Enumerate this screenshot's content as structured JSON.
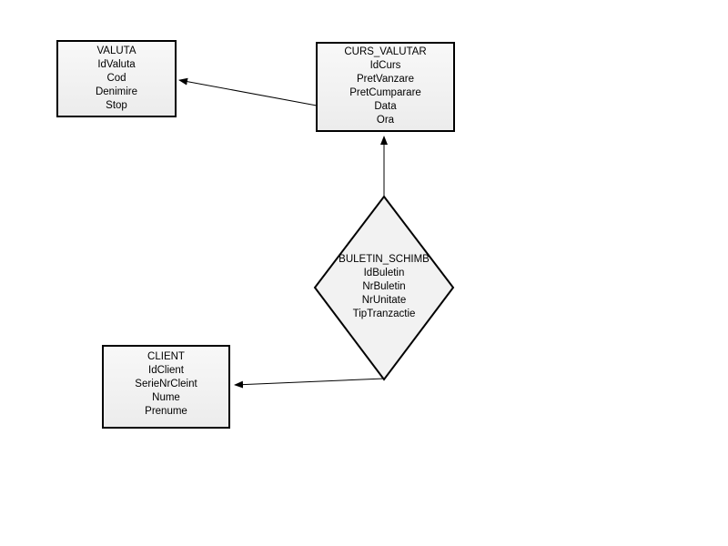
{
  "colors": {
    "background": "#ffffff",
    "shape_fill": "#f2f2f2",
    "shape_border": "#000000",
    "connector": "#000000",
    "text": "#000000"
  },
  "diagram": {
    "entities": [
      {
        "title": "VALUTA",
        "fields": [
          "IdValuta",
          "Cod",
          "Denimire",
          "Stop"
        ]
      },
      {
        "title": "CURS_VALUTAR",
        "fields": [
          "IdCurs",
          "PretVanzare",
          "PretCumparare",
          "Data",
          "Ora"
        ]
      },
      {
        "title": "CLIENT",
        "fields": [
          "IdClient",
          "SerieNrCleint",
          "Nume",
          "Prenume"
        ]
      }
    ],
    "relationship": {
      "title": "BULETIN_SCHIMB",
      "fields": [
        "IdBuletin",
        "NrBuletin",
        "NrUnitate",
        "TipTranzactie"
      ]
    },
    "connectors": [
      {
        "from": "CURS_VALUTAR",
        "to": "VALUTA"
      },
      {
        "from": "BULETIN_SCHIMB",
        "to": "CURS_VALUTAR"
      },
      {
        "from": "BULETIN_SCHIMB",
        "to": "CLIENT"
      }
    ]
  }
}
